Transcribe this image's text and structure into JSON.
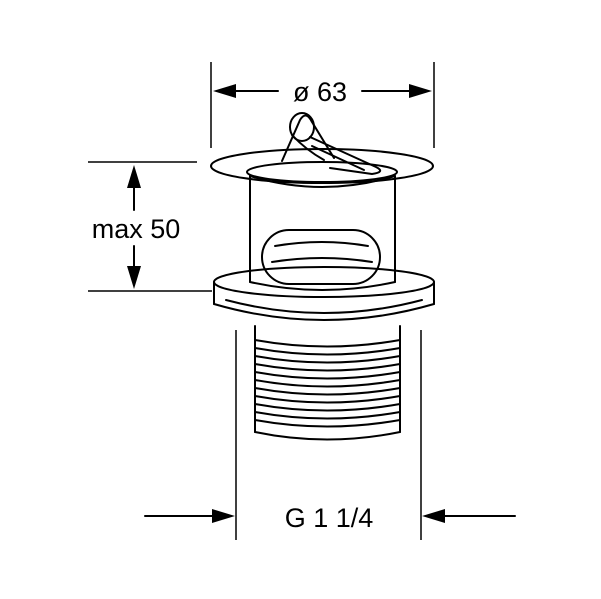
{
  "dimensions": {
    "diameter_label": "ø 63",
    "height_label": "max 50",
    "thread_label": "G 1 1/4"
  },
  "icons": {
    "dimension_arrow": "arrow-icon"
  }
}
